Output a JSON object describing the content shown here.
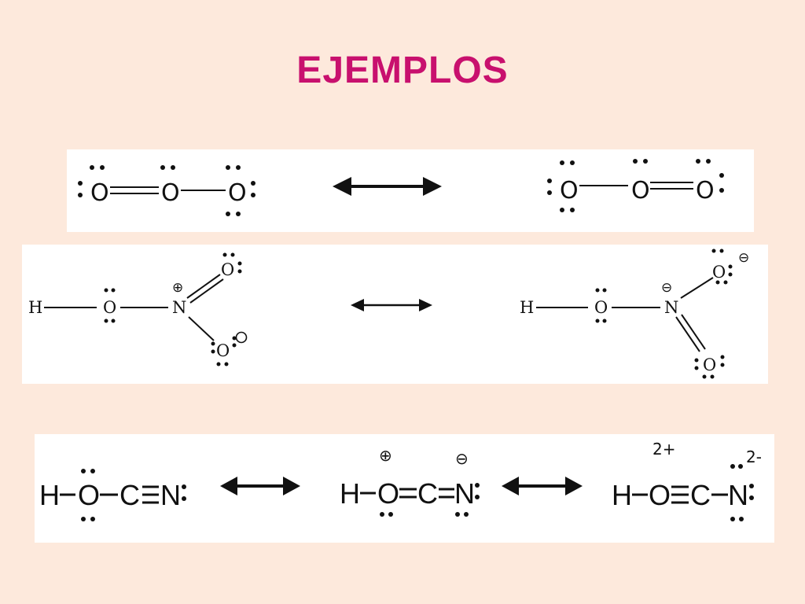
{
  "slide": {
    "title": "EJEMPLOS",
    "title_color": "#c8106e",
    "background_color": "#fde9dc"
  },
  "ozone": {
    "atoms": [
      "O",
      "O",
      "O"
    ]
  },
  "nitric_acid": {
    "atoms": [
      "H",
      "O",
      "N",
      "O",
      "O"
    ],
    "charges": [
      "⊕",
      "⊖",
      "⊖"
    ]
  },
  "hocn": {
    "atoms": [
      "H",
      "O",
      "C",
      "N"
    ],
    "charges": [
      "⊕",
      "⊖",
      "2+",
      "2-"
    ]
  }
}
